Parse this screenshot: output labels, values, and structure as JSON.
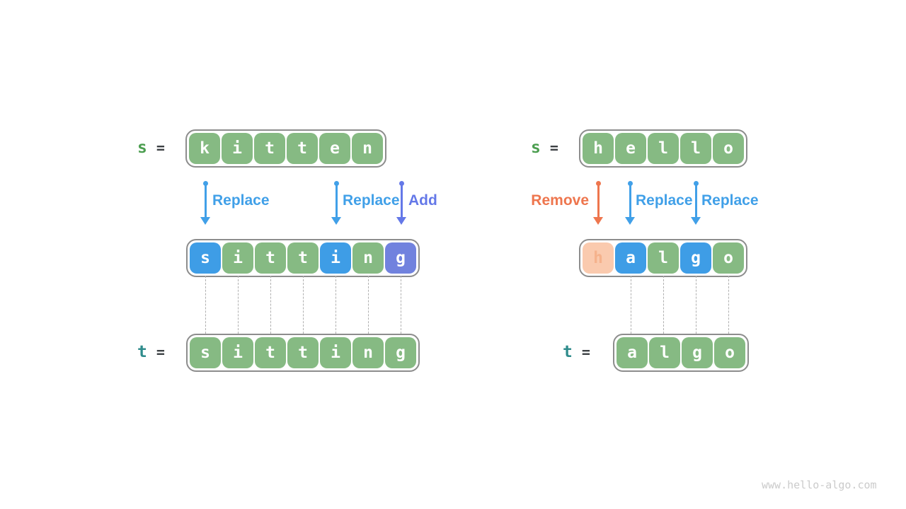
{
  "watermark": "www.hello-algo.com",
  "colors": {
    "green": "#86BA83",
    "blue": "#3E9DE6",
    "purple": "#7182DE",
    "peach-bg": "#FACAAE",
    "peach-fg": "#F5B28C",
    "label-blue": "#41A0E8",
    "label-purple": "#6478E8",
    "label-orange": "#EE764E",
    "s-green": "#4C9E50",
    "t-teal": "#2F8C8C",
    "eq-gray": "#3C4043",
    "border-gray": "#8D8D8D",
    "dash-gray": "#B0B0B0",
    "watermark-gray": "#CBCBCB"
  },
  "left": {
    "source_label": "s",
    "target_label": "t",
    "equals": "=",
    "source": [
      {
        "ch": "k"
      },
      {
        "ch": "i"
      },
      {
        "ch": "t"
      },
      {
        "ch": "t"
      },
      {
        "ch": "e"
      },
      {
        "ch": "n"
      }
    ],
    "operations": [
      {
        "label": "Replace",
        "type": "replace"
      },
      {
        "label": "Replace",
        "type": "replace"
      },
      {
        "label": "Add",
        "type": "add"
      }
    ],
    "intermediate": [
      {
        "ch": "s",
        "variant": "blue"
      },
      {
        "ch": "i"
      },
      {
        "ch": "t"
      },
      {
        "ch": "t"
      },
      {
        "ch": "i",
        "variant": "blue"
      },
      {
        "ch": "n"
      },
      {
        "ch": "g",
        "variant": "purple"
      }
    ],
    "target": [
      {
        "ch": "s"
      },
      {
        "ch": "i"
      },
      {
        "ch": "t"
      },
      {
        "ch": "t"
      },
      {
        "ch": "i"
      },
      {
        "ch": "n"
      },
      {
        "ch": "g"
      }
    ]
  },
  "right": {
    "source_label": "s",
    "target_label": "t",
    "equals": "=",
    "source": [
      {
        "ch": "h"
      },
      {
        "ch": "e"
      },
      {
        "ch": "l"
      },
      {
        "ch": "l"
      },
      {
        "ch": "o"
      }
    ],
    "operations": [
      {
        "label": "Remove",
        "type": "remove"
      },
      {
        "label": "Replace",
        "type": "replace"
      },
      {
        "label": "Replace",
        "type": "replace"
      }
    ],
    "intermediate": [
      {
        "ch": "h",
        "variant": "peach"
      },
      {
        "ch": "a",
        "variant": "blue"
      },
      {
        "ch": "l"
      },
      {
        "ch": "g",
        "variant": "blue"
      },
      {
        "ch": "o"
      }
    ],
    "target": [
      {
        "ch": "a"
      },
      {
        "ch": "l"
      },
      {
        "ch": "g"
      },
      {
        "ch": "o"
      }
    ]
  }
}
